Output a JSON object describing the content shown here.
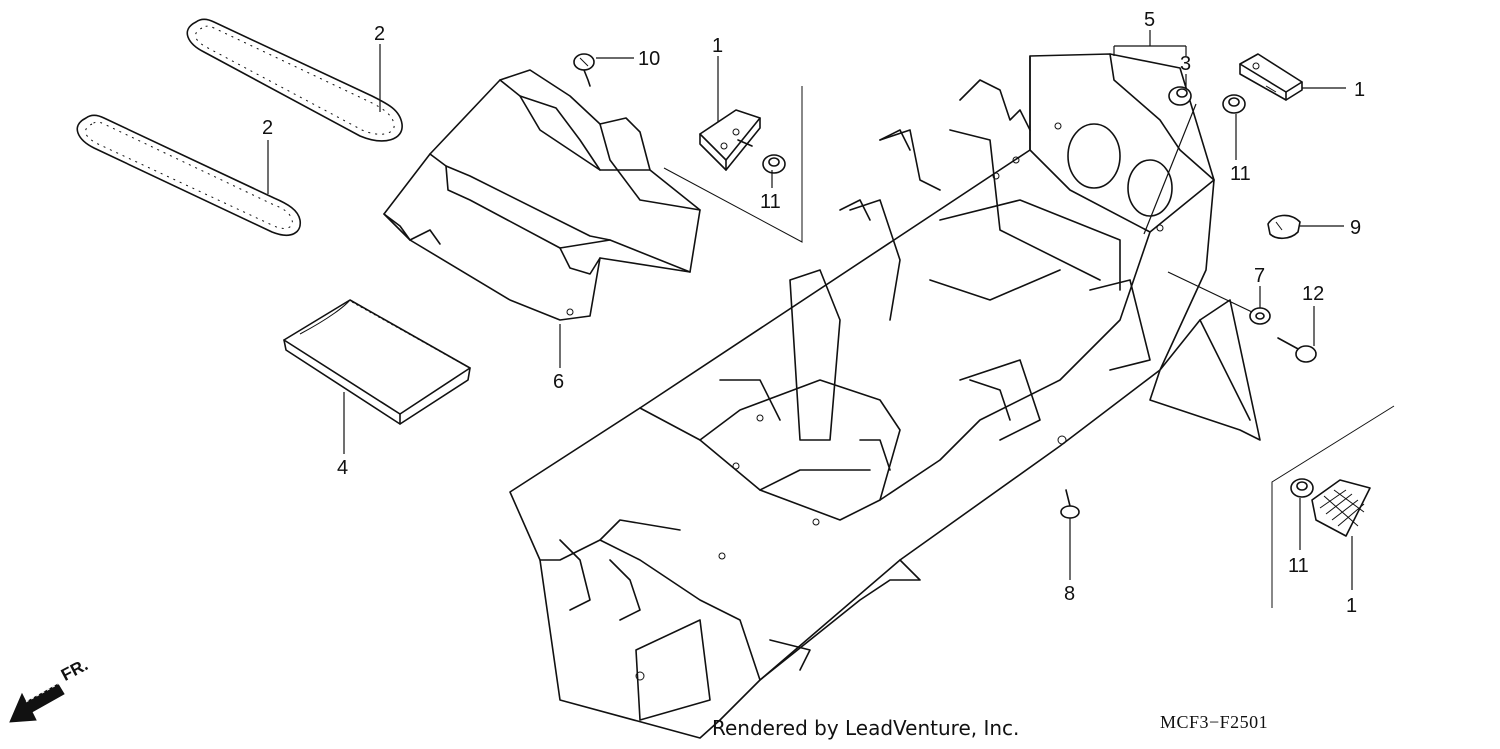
{
  "callouts": {
    "c1a": "1",
    "c1b": "1",
    "c1c": "1",
    "c2a": "2",
    "c2b": "2",
    "c3": "3",
    "c4": "4",
    "c5": "5",
    "c6": "6",
    "c7": "7",
    "c8": "8",
    "c9": "9",
    "c10": "10",
    "c11a": "11",
    "c11b": "11",
    "c11c": "11",
    "c12": "12"
  },
  "direction_label": "FR.",
  "credit": "Rendered by LeadVenture, Inc.",
  "diagram_code": "MCF3−F2501",
  "icons": {
    "front_arrow": "arrow-down-left-icon"
  }
}
